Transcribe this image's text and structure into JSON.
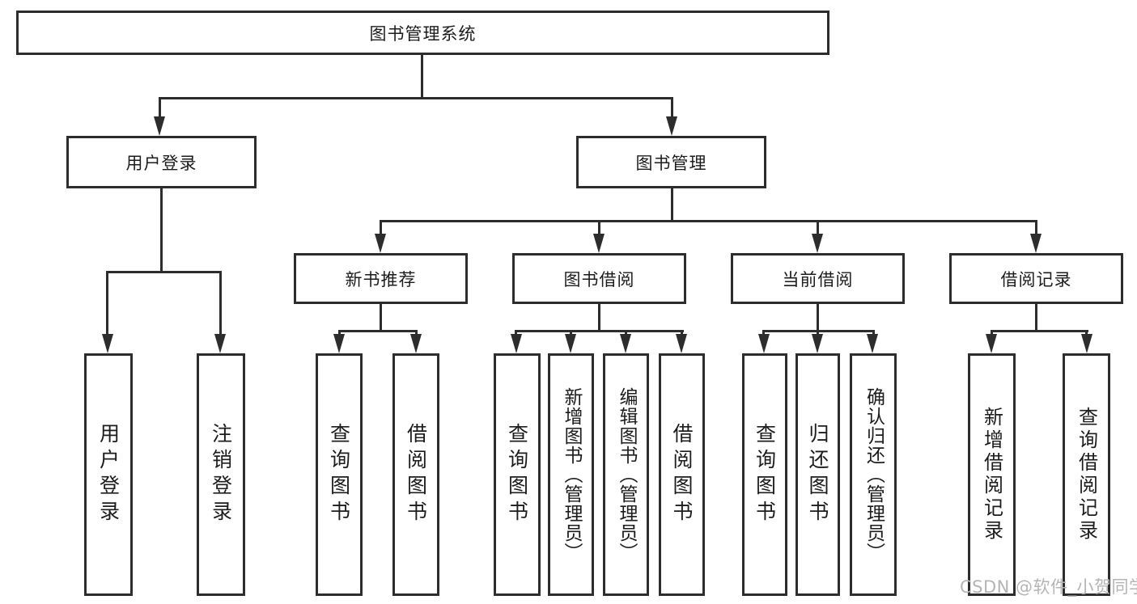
{
  "diagram": {
    "root": {
      "label": "图书管理系统"
    },
    "level2": [
      {
        "id": "user-login",
        "label": "用户登录"
      },
      {
        "id": "book-management",
        "label": "图书管理"
      }
    ],
    "level3": [
      {
        "id": "new-book-recommend",
        "label": "新书推荐"
      },
      {
        "id": "book-borrowing",
        "label": "图书借阅"
      },
      {
        "id": "current-borrowing",
        "label": "当前借阅"
      },
      {
        "id": "borrowing-records",
        "label": "借阅记录"
      }
    ],
    "leaves": {
      "user_login": [
        "用户登录",
        "注销登录"
      ],
      "new_book_recommend": [
        "查询图书",
        "借阅图书"
      ],
      "book_borrowing": [
        "查询图书",
        "新增图书（管理员）",
        "编辑图书（管理员）",
        "借阅图书"
      ],
      "current_borrowing": [
        "查询图书",
        "归还图书",
        "确认归还（管理员）"
      ],
      "borrowing_records": [
        "新增借阅记录",
        "查询借阅记录"
      ]
    }
  },
  "watermark": "CSDN @软件_小贺同学",
  "colors": {
    "line": "#2d2d2d",
    "text": "#1c1c1c",
    "watermark": "#b5b5b5",
    "background": "#ffffff"
  }
}
